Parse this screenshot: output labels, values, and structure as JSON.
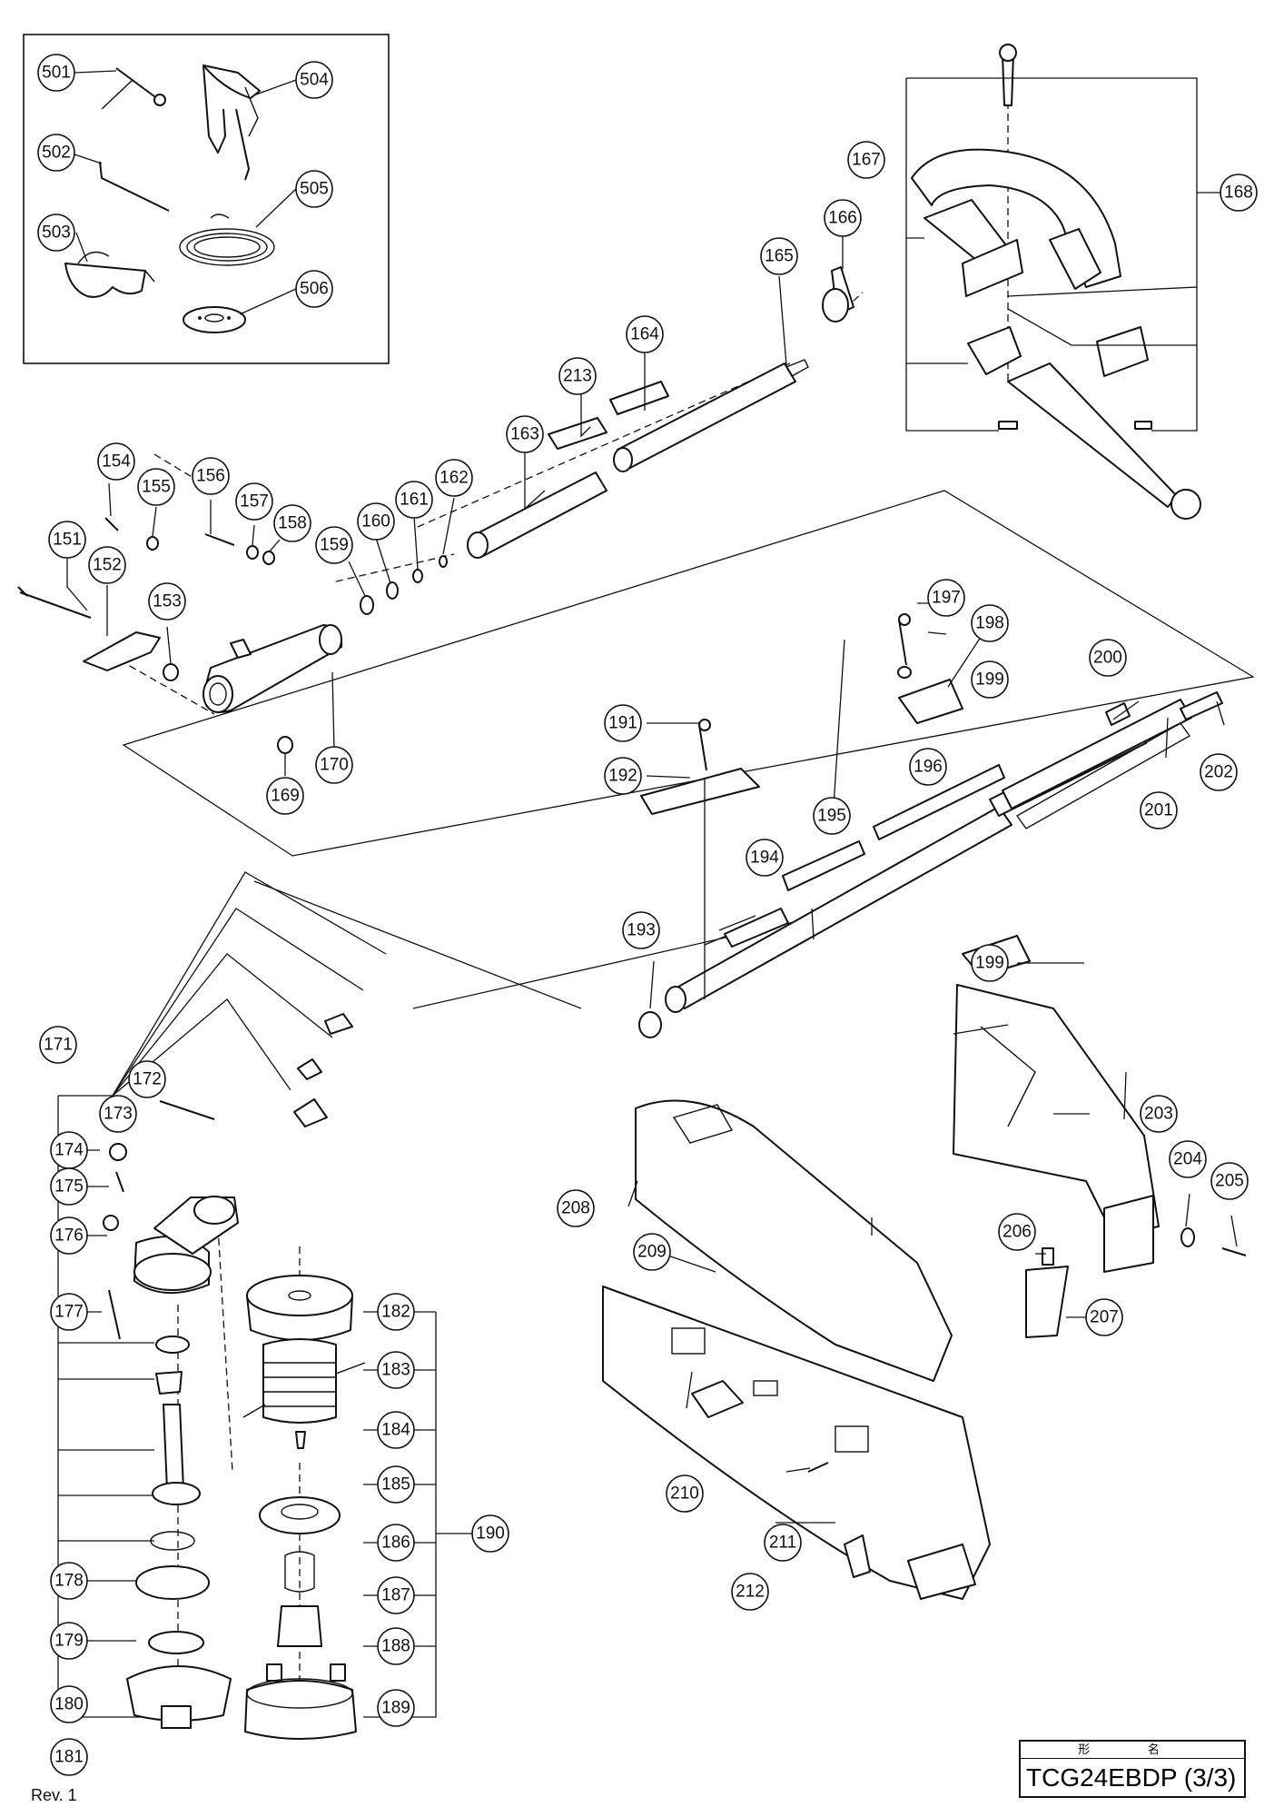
{
  "revision": "Rev. 1",
  "model_label": "形  名",
  "model_name": "TCG24EBDP (3/3)",
  "accessory_parts": [
    "501",
    "502",
    "503",
    "504",
    "505",
    "506"
  ],
  "parts": [
    "151",
    "152",
    "153",
    "154",
    "155",
    "156",
    "157",
    "158",
    "159",
    "160",
    "161",
    "162",
    "163",
    "164",
    "165",
    "166",
    "167",
    "168",
    "169",
    "170",
    "171",
    "172",
    "173",
    "174",
    "175",
    "176",
    "177",
    "178",
    "179",
    "180",
    "181",
    "182",
    "183",
    "184",
    "185",
    "186",
    "187",
    "188",
    "189",
    "190",
    "191",
    "192",
    "193",
    "194",
    "195",
    "196",
    "197",
    "198",
    "199",
    "200",
    "201",
    "202",
    "203",
    "204",
    "205",
    "206",
    "207",
    "208",
    "209",
    "210",
    "211",
    "212",
    "213"
  ]
}
